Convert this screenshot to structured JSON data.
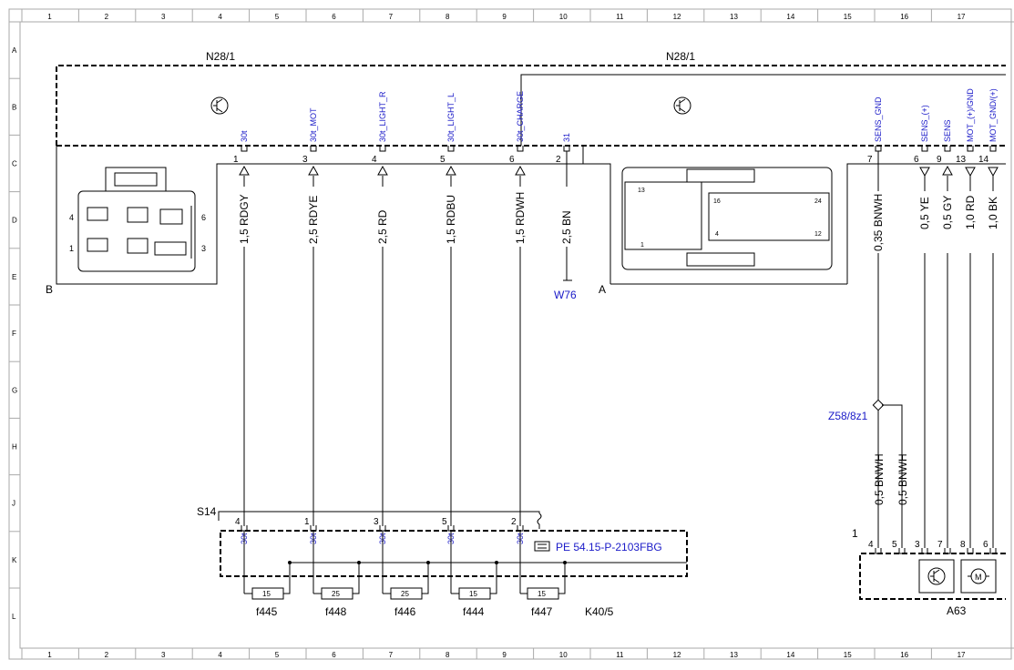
{
  "frame": {
    "columns": [
      "1",
      "2",
      "3",
      "4",
      "5",
      "6",
      "7",
      "8",
      "9",
      "10",
      "11",
      "12",
      "13",
      "14",
      "15",
      "16",
      "17"
    ],
    "rows": [
      "A",
      "B",
      "C",
      "D",
      "E",
      "F",
      "G",
      "H",
      "J",
      "K",
      "L"
    ]
  },
  "components": {
    "n28_left_name": "N28/1",
    "n28_right_name": "N28/1",
    "connector_b_label": "B",
    "connector_a_label": "A",
    "connector_b_pins": [
      "4",
      "1",
      "6",
      "3"
    ],
    "connector_a_pins": [
      "13",
      "1",
      "16",
      "4",
      "24",
      "12"
    ],
    "w76_label": "W76",
    "s14_label": "S14",
    "k40_label": "K40/5",
    "z58_label": "Z58/8z1",
    "a63_label": "A63",
    "a63_index": "1",
    "reference": "PE 54.15-P-2103FBG"
  },
  "left_pins": [
    {
      "pin": "1",
      "signal": "30t",
      "wire": "1,5 RDGY"
    },
    {
      "pin": "3",
      "signal": "30t_MOT",
      "wire": "2,5 RDYE"
    },
    {
      "pin": "4",
      "signal": "30t_LIGHT_R",
      "wire": "2,5 RD"
    },
    {
      "pin": "5",
      "signal": "30t_LIGHT_L",
      "wire": "1,5 RDBU"
    },
    {
      "pin": "6",
      "signal": "30t_CHARGE",
      "wire": "1,5 RDWH"
    },
    {
      "pin": "2",
      "signal": "31",
      "wire": "2,5 BN"
    }
  ],
  "right_pins": [
    {
      "pin": "7",
      "signal": "SENS_GND",
      "wire": "0,35 BNWH"
    },
    {
      "pin": "6",
      "signal": "SENS_(+)",
      "wire": "0,5 YE"
    },
    {
      "pin": "9",
      "signal": "SENS",
      "wire": "0,5 GY"
    },
    {
      "pin": "13",
      "signal": "MOT_(+)/GND",
      "wire": "1,0 RD"
    },
    {
      "pin": "14",
      "signal": "MOT_GND/(+)",
      "wire": "1,0 BK"
    }
  ],
  "z58_wires": [
    "0,5 BNWH",
    "0,5 BNWH"
  ],
  "s14_pins": [
    {
      "pin": "4",
      "signal": "30t"
    },
    {
      "pin": "1",
      "signal": "30t"
    },
    {
      "pin": "3",
      "signal": "30t"
    },
    {
      "pin": "5",
      "signal": "30t"
    },
    {
      "pin": "2",
      "signal": "30t"
    }
  ],
  "fuses": [
    {
      "name": "f445",
      "rating": "15"
    },
    {
      "name": "f448",
      "rating": "25"
    },
    {
      "name": "f446",
      "rating": "25"
    },
    {
      "name": "f444",
      "rating": "15"
    },
    {
      "name": "f447",
      "rating": "15"
    }
  ],
  "a63_pins": [
    "4",
    "5",
    "3",
    "7",
    "8",
    "6"
  ],
  "colors": {
    "signal_text": "#1a1ac8",
    "line": "#000000",
    "frame": "#aaaaaa"
  }
}
